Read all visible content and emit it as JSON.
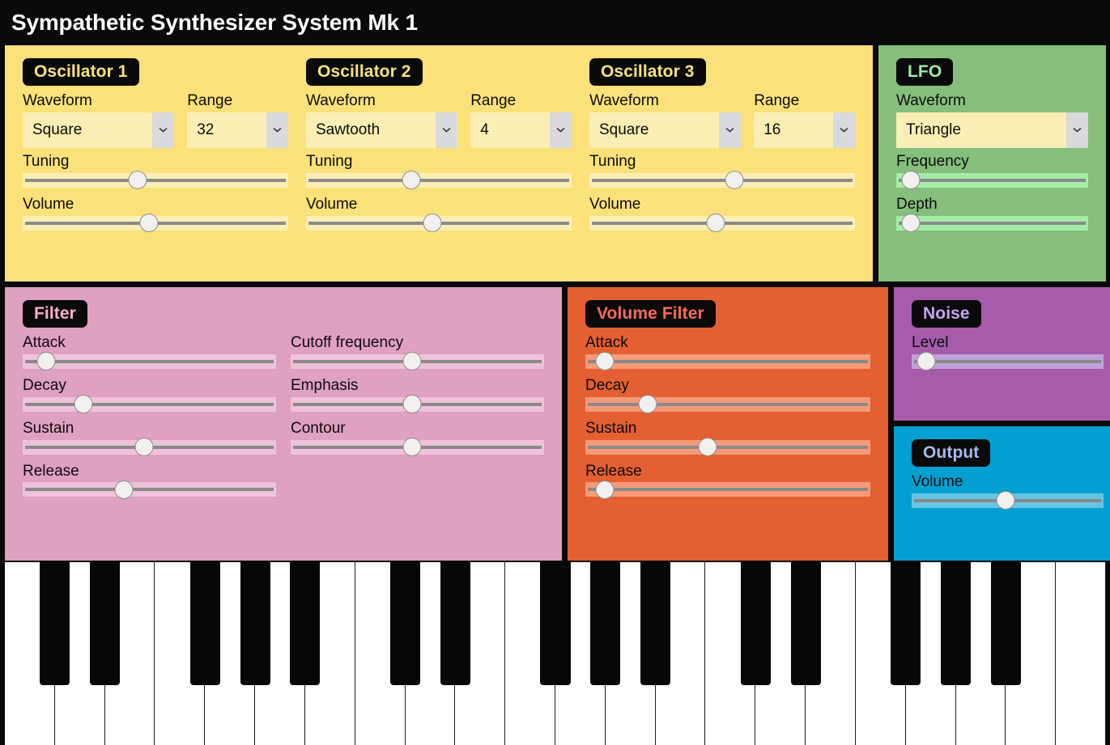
{
  "app": {
    "title": "Sympathetic Synthesizer System Mk 1"
  },
  "colors": {
    "background": "#0a0a0a",
    "oscillator_panel": "#fbe17a",
    "lfo_panel": "#85bf7b",
    "filter_panel": "#e0a0c0",
    "volume_filter_panel": "#e45f32",
    "noise_panel": "#a65bab",
    "output_panel": "#039fd0",
    "title_text": "#ffffff",
    "badge_background": "#0a0a0a"
  },
  "icons": {
    "chevron_down": "chevron-down-icon"
  },
  "oscillators": [
    {
      "title": "Oscillator 1",
      "waveform_label": "Waveform",
      "waveform_value": "Square",
      "range_label": "Range",
      "range_value": "32",
      "tuning_label": "Tuning",
      "tuning_value": 45,
      "volume_label": "Volume",
      "volume_value": 50
    },
    {
      "title": "Oscillator 2",
      "waveform_label": "Waveform",
      "waveform_value": "Sawtooth",
      "range_label": "Range",
      "range_value": "4",
      "tuning_label": "Tuning",
      "tuning_value": 41,
      "volume_label": "Volume",
      "volume_value": 50
    },
    {
      "title": "Oscillator 3",
      "waveform_label": "Waveform",
      "waveform_value": "Square",
      "range_label": "Range",
      "range_value": "16",
      "tuning_label": "Tuning",
      "tuning_value": 58,
      "volume_label": "Volume",
      "volume_value": 50
    }
  ],
  "lfo": {
    "title": "LFO",
    "waveform_label": "Waveform",
    "waveform_value": "Triangle",
    "frequency_label": "Frequency",
    "frequency_value": 3,
    "depth_label": "Depth",
    "depth_value": 3
  },
  "filter": {
    "title": "Filter",
    "attack_label": "Attack",
    "attack_value": 6,
    "decay_label": "Decay",
    "decay_value": 23,
    "sustain_label": "Sustain",
    "sustain_value": 50,
    "release_label": "Release",
    "release_value": 41,
    "cutoff_label": "Cutoff frequency",
    "cutoff_value": 50,
    "emphasis_label": "Emphasis",
    "emphasis_value": 50,
    "contour_label": "Contour",
    "contour_value": 50
  },
  "volume_filter": {
    "title": "Volume Filter",
    "attack_label": "Attack",
    "attack_value": 4,
    "decay_label": "Decay",
    "decay_value": 21,
    "sustain_label": "Sustain",
    "sustain_value": 45,
    "release_label": "Release",
    "release_value": 4
  },
  "noise": {
    "title": "Noise",
    "level_label": "Level",
    "level_value": 3
  },
  "output": {
    "title": "Output",
    "volume_label": "Volume",
    "volume_value": 50
  },
  "keyboard": {
    "white_key_count": 22,
    "black_key_pattern": [
      0,
      1,
      3,
      4,
      5
    ],
    "octave_white_keys": 7
  }
}
